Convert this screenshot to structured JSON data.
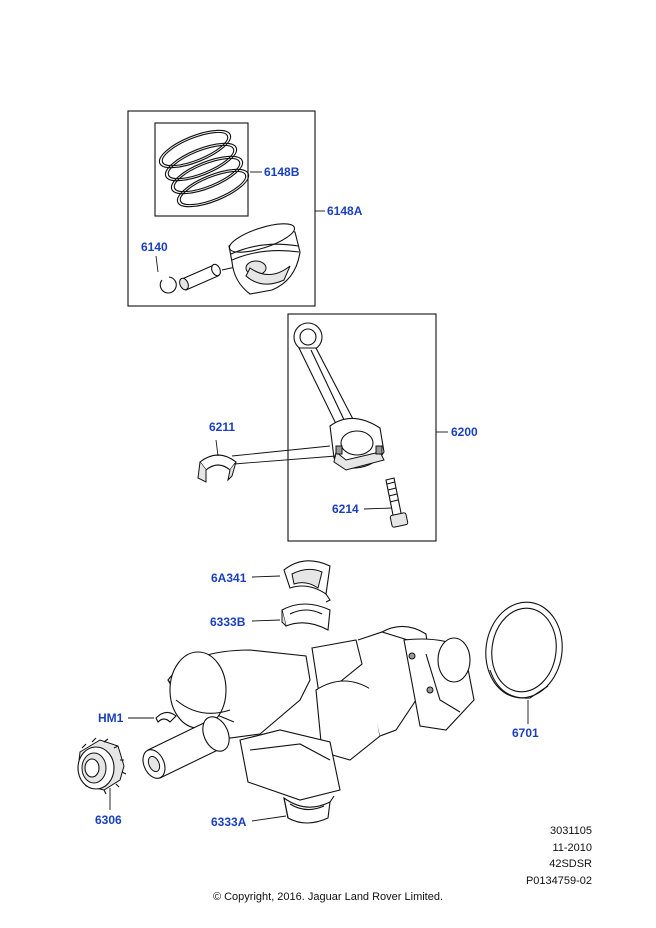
{
  "labels": {
    "p6148B": "6148B",
    "p6148A": "6148A",
    "p6140": "6140",
    "p6211": "6211",
    "p6200": "6200",
    "p6214": "6214",
    "p6A341": "6A341",
    "p6333B": "6333B",
    "pHM1": "HM1",
    "p6701": "6701",
    "p6306": "6306",
    "p6333A": "6333A"
  },
  "meta": {
    "line1": "3031105",
    "line2": "11-2010",
    "line3": "42SDSR",
    "line4": "P0134759-02"
  },
  "copyright": "© Copyright, 2016. Jaguar Land Rover Limited.",
  "colors": {
    "label": "#1a3fbf",
    "line": "#111111"
  }
}
